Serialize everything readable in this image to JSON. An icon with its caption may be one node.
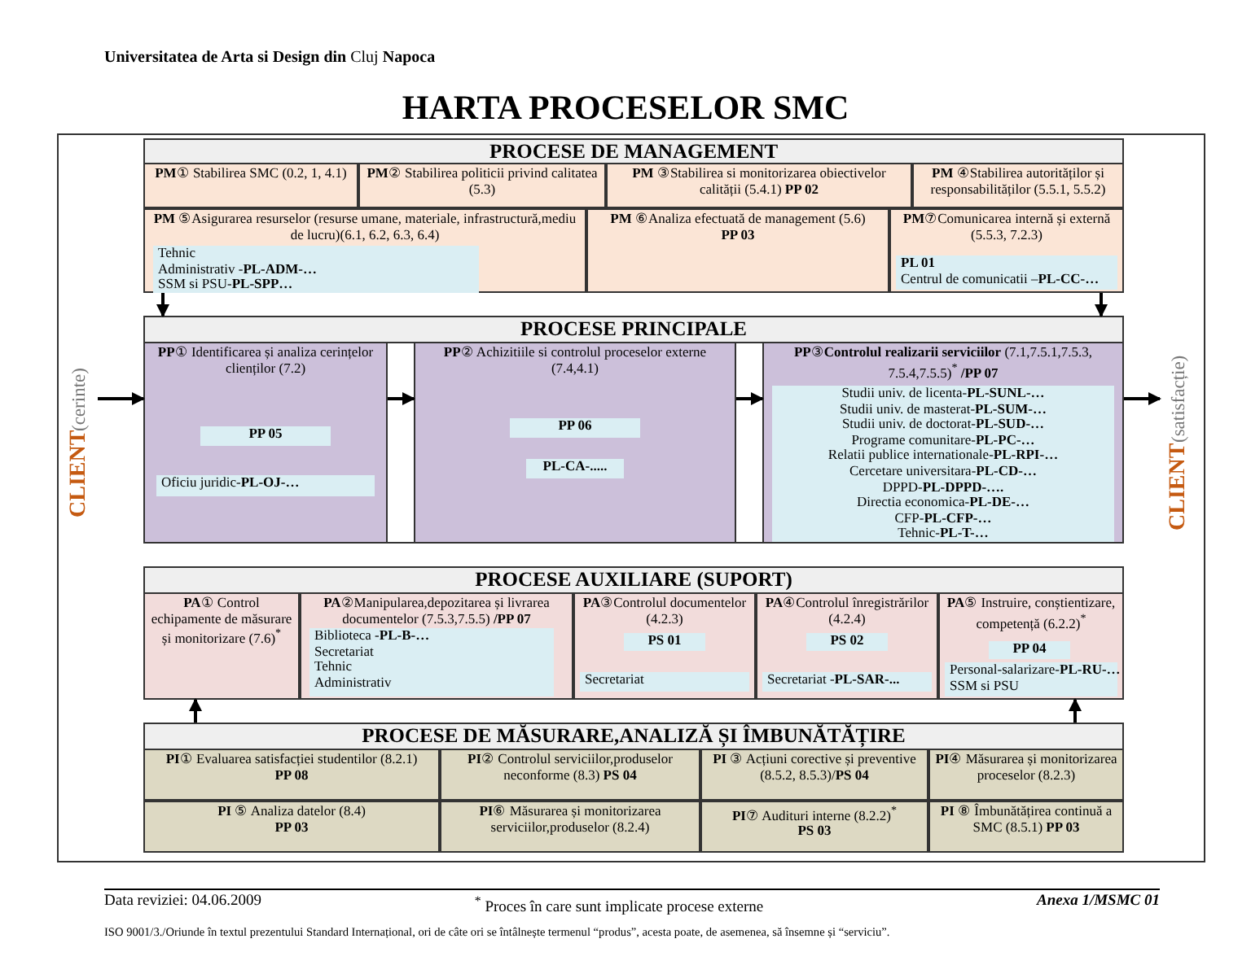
{
  "diagram": {
    "title": "HARTA PROCESELOR SMC",
    "nodes": [
      {
        "text": [
          "PROCESE DE MANAGEMENT"
        ]
      },
      {
        "text": [
          "**PM**① Stabilirea SMC (0.2, 1, 4.1)"
        ],
        "in": 0
      },
      {
        "text": [
          "**PM**② Stabilirea politicii privind calitatea (5.3)"
        ],
        "in": 0
      },
      {
        "text": [
          "**PM** ③Stabilirea si monitorizarea obiectivelor calității (5.4.1) **PP 02**"
        ],
        "in": 0
      },
      {
        "text": [
          "**PM** ④Stabilirea autorităților și responsabilităților (5.5.1, 5.5.2)"
        ],
        "in": 0
      },
      {
        "text": [
          "**PM** ⑤Asigurarea resurselor (resurse umane, materiale, infrastructură,mediu de lucru)(6.1, 6.2, 6.3, 6.4)"
        ],
        "in": 0
      },
      {
        "text": [
          "Tehnic",
          "Administrativ -**PL-ADM-…**",
          "SSM si PSU-**PL-SPP…**"
        ],
        "in": 5
      },
      {
        "text": [
          "**PM** ⑥Analiza efectuată de management (5.6)",
          "PP 03"
        ],
        "in": 0
      },
      {
        "text": [
          "**PM**⑦Comunicarea internă și externă (5.5.3, 7.2.3)"
        ],
        "in": 0
      },
      {
        "text": [
          "PL 01",
          "Centrul de comunicatii –**PL-CC-…**"
        ],
        "in": 8
      },
      {
        "text": [
          "PROCESE PRINCIPALE"
        ]
      },
      {
        "text": [
          "**PP**① Identificarea și analiza cerințelor clienților (7.2)"
        ],
        "in": 10
      },
      {
        "text": [
          "PP 05"
        ],
        "in": 11
      },
      {
        "text": [
          "Oficiu juridic-**PL-OJ-…**"
        ],
        "in": 11
      },
      {
        "text": [
          "**PP**② Achizitiile si controlul proceselor externe (7.4,4.1)"
        ],
        "in": 10
      },
      {
        "text": [
          "PP 06"
        ],
        "in": 14
      },
      {
        "text": [
          "PL-CA-....."
        ],
        "in": 14
      },
      {
        "text": [
          "**PP**③**Controlul realizarii serviciilor** (7.1,7.5.1,7.5.3, 7.5.4,7.5.5)$^{*}$ **/PP 07**"
        ],
        "in": 10
      },
      {
        "text": [
          "Studii univ. de licenta-**PL-SUNL-…**",
          "Studii univ. de masterat-**PL-SUM-…**",
          "Studii univ. de doctorat-**PL-SUD-…**",
          "Programe comunitare-**PL-PC-…**",
          "Relatii publice internationale-**PL-RPI-…**",
          "Cercetare universitara-**PL-CD-…**",
          "DPPD-**PL-DPPD-….**",
          "Directia economica-**PL-DE-…**",
          "CFP-**PL-CFP-…**",
          "Tehnic-**PL-T-…**"
        ],
        "in": 17
      },
      {
        "text": [
          "CLIENT",
          "(cerinte)"
        ]
      },
      {
        "text": [
          "CLIENT",
          "(satisfacție)"
        ]
      },
      {
        "text": [
          "PROCESE AUXILIARE (SUPORT)"
        ]
      },
      {
        "text": [
          "**PA**① Control echipamente de măsurare și monitorizare (7.6)$^{*}$"
        ],
        "in": 21
      },
      {
        "text": [
          "**PA**②Manipularea,depozitarea și livrarea documentelor (7.5.3,7.5.5) **/PP 07**"
        ],
        "in": 21
      },
      {
        "text": [
          "Biblioteca -**PL-B-…**",
          "Secretariat",
          "Tehnic",
          "Administrativ"
        ],
        "in": 23
      },
      {
        "text": [
          "**PA**③Controlul documentelor (4.2.3)"
        ],
        "in": 21
      },
      {
        "text": [
          "PS 01"
        ],
        "in": 25
      },
      {
        "text": [
          "Secretariat"
        ],
        "in": 25
      },
      {
        "text": [
          "**PA**④Controlul înregistrărilor (4.2.4)"
        ],
        "in": 21
      },
      {
        "text": [
          "PS 02"
        ],
        "in": 28
      },
      {
        "text": [
          "Secretariat -**PL-SAR-...**"
        ],
        "in": 28
      },
      {
        "text": [
          "**PA**⑤ Instruire, conștientizare, competență (6.2.2)$^{*}$"
        ],
        "in": 21
      },
      {
        "text": [
          "PP 04"
        ],
        "in": 31
      },
      {
        "text": [
          "Personal-salarizare-**PL-RU-…**",
          "SSM si PSU"
        ],
        "in": 31
      },
      {
        "text": [
          "PROCESE DE MĂSURARE,ANALIZĂ ȘI ÎMBUNĂTĂȚIRE"
        ]
      },
      {
        "text": [
          "**PI**① Evaluarea satisfacției studentilor (8.2.1)",
          "PP 08"
        ],
        "in": 34
      },
      {
        "text": [
          "**PI**② Controlul serviciilor,produselor neconforme (8.3) **PS 04**"
        ],
        "in": 34
      },
      {
        "text": [
          "**PI** ③ Acțiuni corective și preventive (8.5.2, 8.5.3)/**PS 04**"
        ],
        "in": 34
      },
      {
        "text": [
          "**PI**④ Măsurarea și monitorizarea proceselor (8.2.3)"
        ],
        "in": 34
      },
      {
        "text": [
          "**PI** ⑤ Analiza datelor (8.4)",
          "PP 03"
        ],
        "in": 34
      },
      {
        "text": [
          "**PI**⑥ Măsurarea și monitorizarea serviciilor,produselor (8.2.4)"
        ],
        "in": 34
      },
      {
        "text": [
          "**PI**⑦ Audituri interne (8.2.2)$^{*}$",
          "PS 03"
        ],
        "in": 34
      },
      {
        "text": [
          "**PI** ⑧ Îmbunătățirea continuă a SMC (8.5.1) **PP 03**"
        ],
        "in": 34
      }
    ],
    "edges": [
      {
        "from": 0,
        "to": 10,
        "arrow": "to"
      },
      {
        "from": 0,
        "to": 10,
        "arrow": "to"
      },
      {
        "from": 19,
        "to": 11,
        "arrow": "to"
      },
      {
        "from": 11,
        "to": 14,
        "arrow": "to"
      },
      {
        "from": 14,
        "to": 17,
        "arrow": "to"
      },
      {
        "from": 17,
        "to": 20,
        "arrow": "to"
      },
      {
        "from": 34,
        "to": 21,
        "arrow": "to"
      },
      {
        "from": 34,
        "to": 21,
        "arrow": "to"
      }
    ],
    "labels": [
      "**Universitatea de Arta si Design din** Cluj **Napoca**",
      "Data reviziei: 04.06.2009",
      "$^{*}$ Proces în care sunt implicate procese externe",
      "Anexa 1/MSMC 01",
      "ISO 9001/3./Oriunde în textul prezentului Standard Internațional, ori de câte ori se întâlnește termenul “produs”, acesta poate, de asemenea, să însemne și “serviciu”."
    ]
  }
}
